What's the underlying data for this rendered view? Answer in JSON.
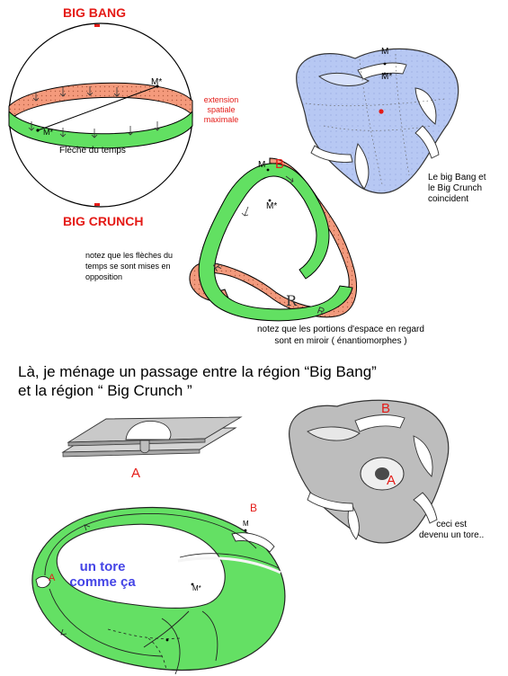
{
  "top_diagram": {
    "big_bang": "BIG BANG",
    "big_crunch": "BIG CRUNCH",
    "m_star": "M*",
    "m_star_front": "M*",
    "extension": [
      "extension",
      "spatiale",
      "maximale"
    ],
    "arrow_of_time": "Flèche du temps"
  },
  "blue_surface": {
    "m": "M",
    "m_star": "M*",
    "caption": [
      "Le big Bang et",
      "le Big Crunch",
      "coincident"
    ]
  },
  "mobius": {
    "m": "M",
    "b": "B",
    "m_star": "M*",
    "note_arrows": [
      "notez que les flèches du",
      "temps se sont mises en",
      "opposition"
    ],
    "note_mirror": [
      "notez que les portions d'espace en regard",
      "sont en miroir ( énantiomorphes )"
    ]
  },
  "heading": [
    "Là, je ménage un passage entre la région “Big Bang”",
    "et la région “ Big Crunch ”"
  ],
  "sheets": {
    "a": "A"
  },
  "gray_surface": {
    "b": "B",
    "a": "A",
    "caption": [
      "ceci est",
      "devenu un tore.."
    ]
  },
  "torus": {
    "b": "B",
    "m": "M",
    "m_star": "M*",
    "a": "A",
    "label": [
      "un tore",
      "comme ça"
    ]
  },
  "colors": {
    "red": "#e41b17",
    "green": "#5fe05f",
    "salmon": "#f0977a",
    "blue_surface": "#b5c7f2",
    "gray_surface": "#b9b9b9",
    "label_blue": "#4545e6"
  }
}
